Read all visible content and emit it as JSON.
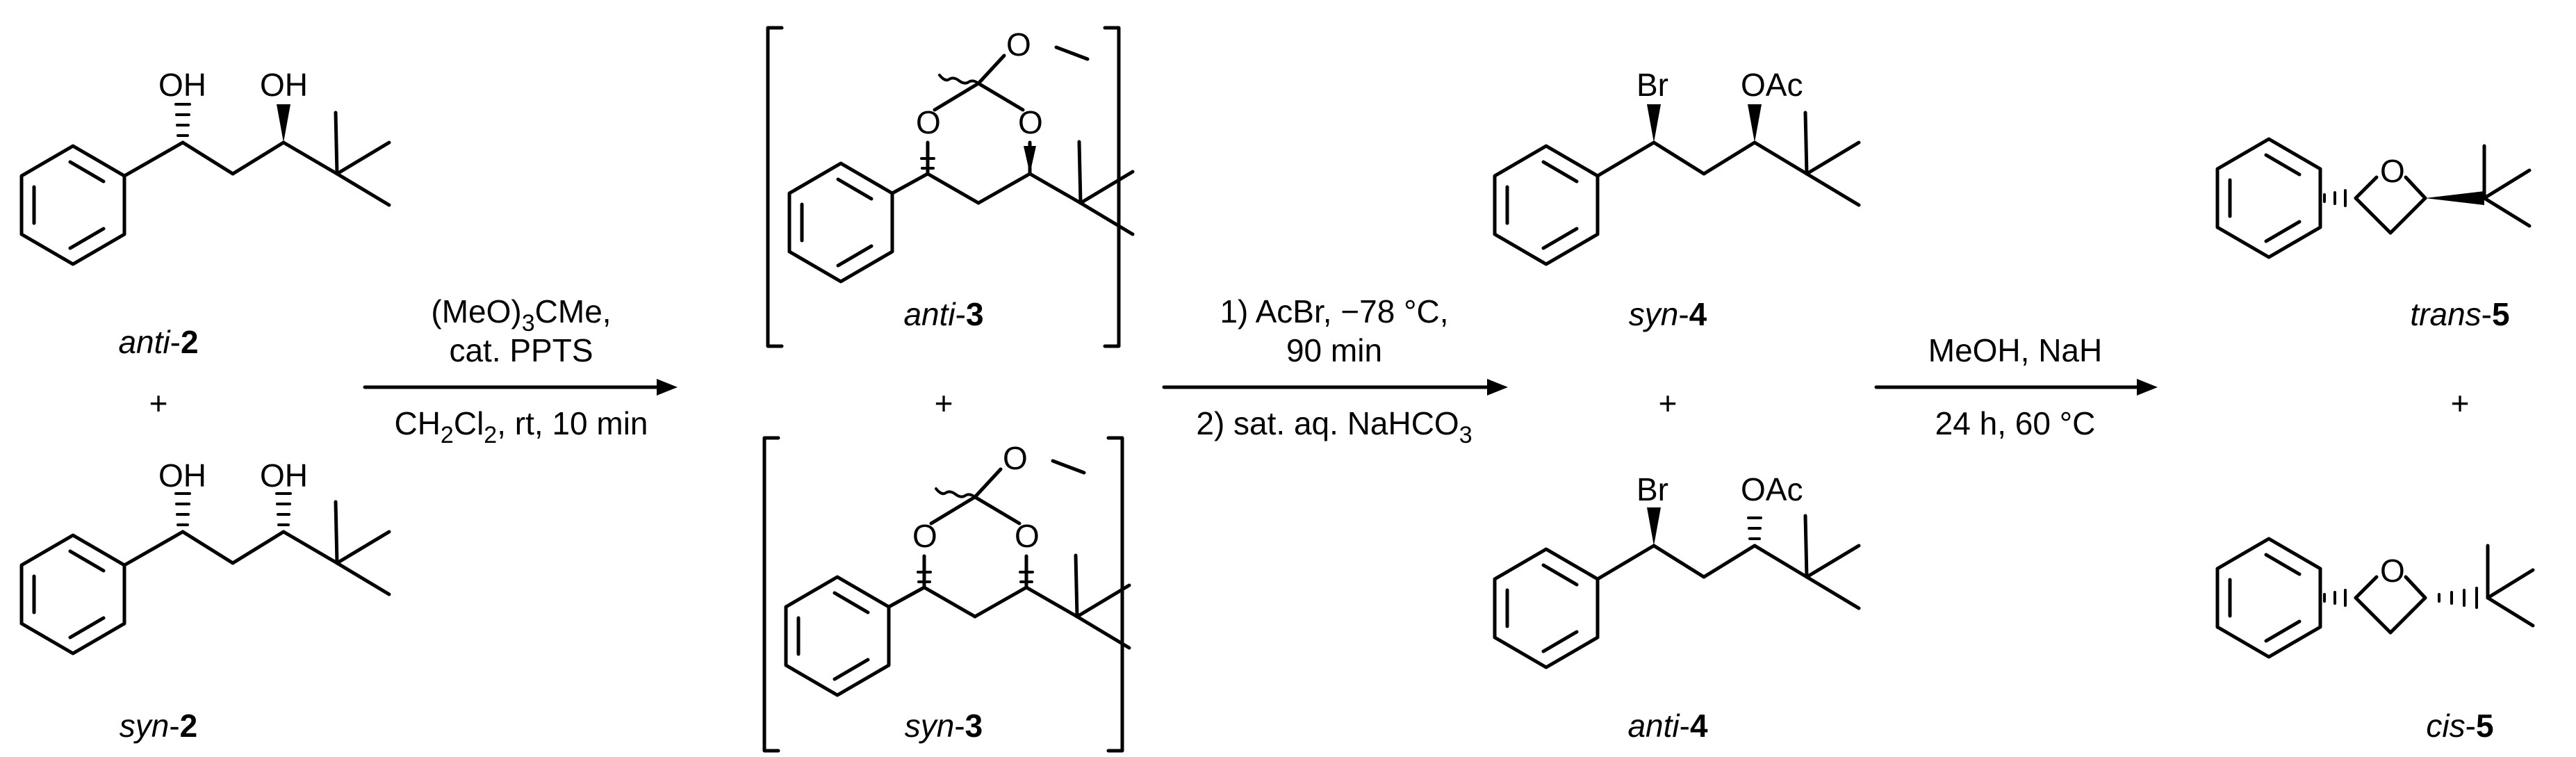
{
  "compounds": {
    "anti2": {
      "prefix": "anti",
      "num": "2"
    },
    "syn2": {
      "prefix": "syn",
      "num": "2"
    },
    "anti3": {
      "prefix": "anti",
      "num": "3"
    },
    "syn3": {
      "prefix": "syn",
      "num": "3"
    },
    "syn4": {
      "prefix": "syn",
      "num": "4"
    },
    "anti4": {
      "prefix": "anti",
      "num": "4"
    },
    "trans5": {
      "prefix": "trans",
      "num": "5"
    },
    "cis5": {
      "prefix": "cis",
      "num": "5"
    }
  },
  "atoms": {
    "oh": "OH",
    "o": "O",
    "br": "Br",
    "oac": "OAc"
  },
  "plus": "+",
  "arrow1": {
    "above1_pre": "(MeO)",
    "above1_sub": "3",
    "above1_post": "CMe,",
    "above2": "cat. PPTS",
    "below_a": "CH",
    "below_sub1": "2",
    "below_b": "Cl",
    "below_sub2": "2",
    "below_c": ", rt, 10 min"
  },
  "arrow2": {
    "above1": "1) AcBr, −78 °C,",
    "above2": "90 min",
    "below_pre": "2) sat. aq. NaHCO",
    "below_sub": "3"
  },
  "arrow3": {
    "above": "MeOH, NaH",
    "below": "24 h, 60 °C"
  }
}
